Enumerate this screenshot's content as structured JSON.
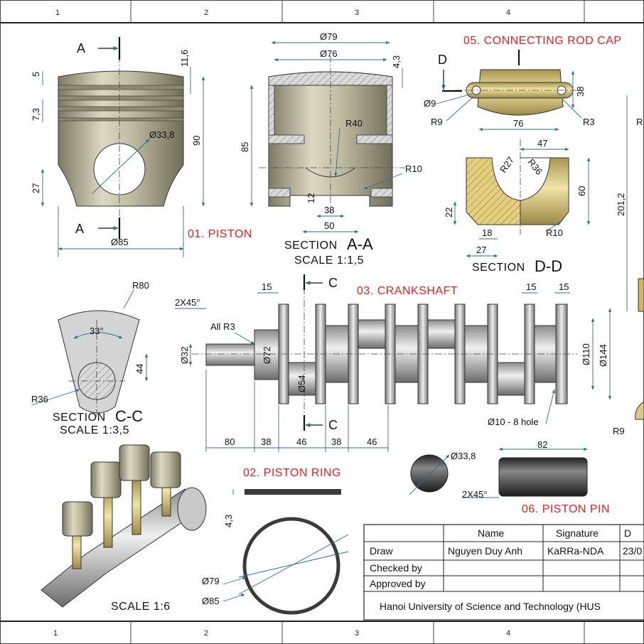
{
  "zones": {
    "top": [
      "1",
      "2",
      "3",
      "4"
    ],
    "bottom": [
      "1",
      "2",
      "3",
      "4"
    ]
  },
  "piston": {
    "title": "01. PISTON",
    "cut_top": "A",
    "cut_bottom": "A",
    "dims": {
      "d5": "5",
      "d7_3": "7,3",
      "d27": "27",
      "d11_6": "11,6",
      "d90": "90",
      "d33_8": "Ø33,8",
      "d85": "Ø85"
    }
  },
  "section_aa": {
    "title_prefix": "SECTION",
    "title_letters": "A-A",
    "scale": "SCALE 1:1,5",
    "dims": {
      "d79": "Ø79",
      "d76": "Ø76",
      "d4_3": "4,3",
      "d85": "85",
      "r40": "R40",
      "r10": "R10",
      "d12": "12",
      "d38": "38",
      "d50": "50"
    }
  },
  "rod_cap": {
    "title": "05. CONNECTING ROD CAP",
    "cut": "D",
    "dims": {
      "d9": "Ø9",
      "r9": "R9",
      "d76": "76",
      "r3": "R3",
      "d38": "38"
    }
  },
  "section_dd": {
    "title_prefix": "SECTION",
    "title_letters": "D-D",
    "dims": {
      "d47": "47",
      "r27": "R27",
      "r36": "R36",
      "d60": "60",
      "d22": "22",
      "d18": "18",
      "d27": "27",
      "r10": "R10"
    }
  },
  "right_edge": {
    "d201_2": "201,2",
    "r_partial": "R",
    "r9": "R9"
  },
  "crankshaft": {
    "title": "03. CRANKSHAFT",
    "cut_top": "C",
    "cut_bottom": "C",
    "dims": {
      "chamfer": "2X45°",
      "all_r3": "All R3",
      "d32": "Ø32",
      "d72": "Ø72",
      "d54": "Ø54",
      "d15a": "15",
      "d15b": "15",
      "d15c": "15",
      "d110": "Ø110",
      "d144": "Ø144",
      "holes": "Ø10 - 8 hole",
      "d80": "80",
      "d38a": "38",
      "d46a": "46",
      "d38b": "38",
      "d46b": "46"
    }
  },
  "section_cc": {
    "title_prefix": "SECTION",
    "title_letters": "C-C",
    "scale": "SCALE 1:3,5",
    "dims": {
      "r80": "R80",
      "angle": "33°",
      "d44": "44",
      "r36": "R36"
    }
  },
  "assembly": {
    "scale": "SCALE 1:6"
  },
  "piston_ring": {
    "title": "02. PISTON RING",
    "dims": {
      "d4_3": "4,3",
      "d79": "Ø79",
      "d85": "Ø85"
    }
  },
  "piston_pin": {
    "title": "06. PISTON PIN",
    "dims": {
      "d33_8": "Ø33,8",
      "d82": "82",
      "chamfer": "2X45°"
    }
  },
  "title_block": {
    "col_name": "Name",
    "col_signature": "Signature",
    "col_date": "D",
    "row_draw": "Draw",
    "row_checked": "Checked by",
    "row_approved": "Approved by",
    "draw_name": "Nguyen Duy Anh",
    "draw_signature": "KaRRa-NDA",
    "draw_date": "23/0",
    "institution": "Hanoi University of Science and Technology (HUS"
  },
  "colors": {
    "accent_label": "#e02020",
    "dim_line": "#2b6f84",
    "hatch_fill": "#d8c98a",
    "brass": "#c9b46a"
  }
}
